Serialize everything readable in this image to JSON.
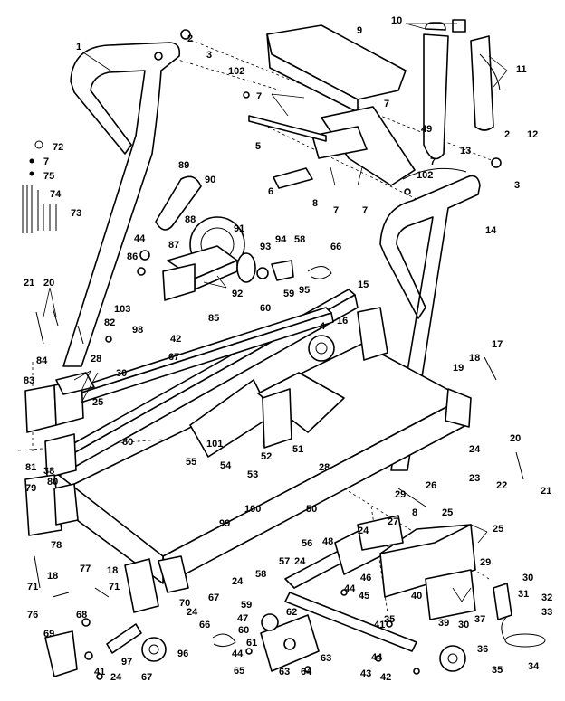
{
  "callouts": [
    {
      "text": "1"
    },
    {
      "text": "2"
    },
    {
      "text": "3"
    },
    {
      "text": "102"
    },
    {
      "text": "7"
    },
    {
      "text": "9"
    },
    {
      "text": "10"
    },
    {
      "text": "11"
    },
    {
      "text": "7"
    },
    {
      "text": "49"
    },
    {
      "text": "5"
    },
    {
      "text": "2"
    },
    {
      "text": "12"
    },
    {
      "text": "13"
    },
    {
      "text": "7"
    },
    {
      "text": "3"
    },
    {
      "text": "102"
    },
    {
      "text": "6"
    },
    {
      "text": "8"
    },
    {
      "text": "7"
    },
    {
      "text": "7"
    },
    {
      "text": "72"
    },
    {
      "text": "7"
    },
    {
      "text": "75"
    },
    {
      "text": "74"
    },
    {
      "text": "73"
    },
    {
      "text": "89"
    },
    {
      "text": "90"
    },
    {
      "text": "14"
    },
    {
      "text": "88"
    },
    {
      "text": "91"
    },
    {
      "text": "44"
    },
    {
      "text": "87"
    },
    {
      "text": "93"
    },
    {
      "text": "94"
    },
    {
      "text": "58"
    },
    {
      "text": "66"
    },
    {
      "text": "86"
    },
    {
      "text": "92"
    },
    {
      "text": "59"
    },
    {
      "text": "95"
    },
    {
      "text": "60"
    },
    {
      "text": "21"
    },
    {
      "text": "20"
    },
    {
      "text": "103"
    },
    {
      "text": "85"
    },
    {
      "text": "15"
    },
    {
      "text": "82"
    },
    {
      "text": "42"
    },
    {
      "text": "4"
    },
    {
      "text": "16"
    },
    {
      "text": "98"
    },
    {
      "text": "67"
    },
    {
      "text": "84"
    },
    {
      "text": "28"
    },
    {
      "text": "30"
    },
    {
      "text": "17"
    },
    {
      "text": "18"
    },
    {
      "text": "19"
    },
    {
      "text": "83"
    },
    {
      "text": "25"
    },
    {
      "text": "80"
    },
    {
      "text": "101"
    },
    {
      "text": "52"
    },
    {
      "text": "51"
    },
    {
      "text": "20"
    },
    {
      "text": "24"
    },
    {
      "text": "81"
    },
    {
      "text": "38"
    },
    {
      "text": "55"
    },
    {
      "text": "54"
    },
    {
      "text": "21"
    },
    {
      "text": "80"
    },
    {
      "text": "53"
    },
    {
      "text": "28"
    },
    {
      "text": "26"
    },
    {
      "text": "23"
    },
    {
      "text": "22"
    },
    {
      "text": "79"
    },
    {
      "text": "50"
    },
    {
      "text": "29"
    },
    {
      "text": "8"
    },
    {
      "text": "27"
    },
    {
      "text": "25"
    },
    {
      "text": "99"
    },
    {
      "text": "100"
    },
    {
      "text": "24"
    },
    {
      "text": "25"
    },
    {
      "text": "78"
    },
    {
      "text": "56"
    },
    {
      "text": "48"
    },
    {
      "text": "57"
    },
    {
      "text": "24"
    },
    {
      "text": "29"
    },
    {
      "text": "18"
    },
    {
      "text": "71"
    },
    {
      "text": "77"
    },
    {
      "text": "18"
    },
    {
      "text": "24"
    },
    {
      "text": "58"
    },
    {
      "text": "44"
    },
    {
      "text": "46"
    },
    {
      "text": "30"
    },
    {
      "text": "45"
    },
    {
      "text": "40"
    },
    {
      "text": "31"
    },
    {
      "text": "32"
    },
    {
      "text": "76"
    },
    {
      "text": "71"
    },
    {
      "text": "70"
    },
    {
      "text": "67"
    },
    {
      "text": "59"
    },
    {
      "text": "62"
    },
    {
      "text": "25"
    },
    {
      "text": "39"
    },
    {
      "text": "30"
    },
    {
      "text": "37"
    },
    {
      "text": "33"
    },
    {
      "text": "68"
    },
    {
      "text": "47"
    },
    {
      "text": "24"
    },
    {
      "text": "41"
    },
    {
      "text": "69"
    },
    {
      "text": "66"
    },
    {
      "text": "60"
    },
    {
      "text": "61"
    },
    {
      "text": "44"
    },
    {
      "text": "63"
    },
    {
      "text": "44"
    },
    {
      "text": "36"
    },
    {
      "text": "41"
    },
    {
      "text": "97"
    },
    {
      "text": "96"
    },
    {
      "text": "65"
    },
    {
      "text": "63"
    },
    {
      "text": "64"
    },
    {
      "text": "43"
    },
    {
      "text": "42"
    },
    {
      "text": "35"
    },
    {
      "text": "34"
    },
    {
      "text": "24"
    },
    {
      "text": "67"
    }
  ]
}
